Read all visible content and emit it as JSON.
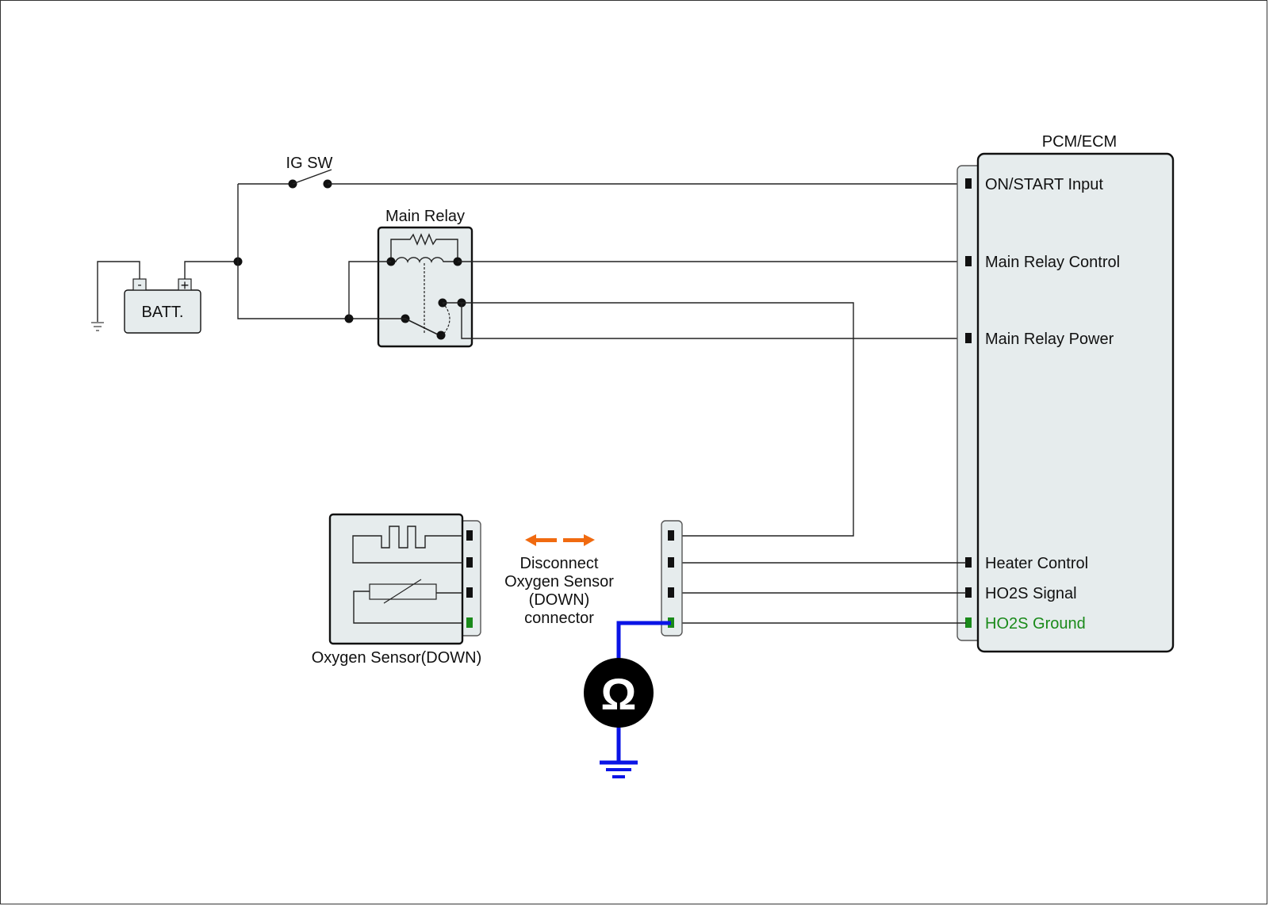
{
  "diagram": {
    "ig_switch_label": "IG SW",
    "battery_label": "BATT.",
    "battery_minus": "-",
    "battery_plus": "+",
    "main_relay_label": "Main Relay",
    "ecm": {
      "title": "PCM/ECM",
      "pins": [
        {
          "label": "ON/START Input",
          "color": "#111111"
        },
        {
          "label": "Main Relay Control",
          "color": "#111111"
        },
        {
          "label": "Main Relay Power",
          "color": "#111111"
        },
        {
          "label": "Heater Control",
          "color": "#111111"
        },
        {
          "label": "HO2S  Signal",
          "color": "#111111"
        },
        {
          "label": "HO2S  Ground",
          "color": "#1a8a1a"
        }
      ]
    },
    "sensor_label": "Oxygen Sensor(DOWN)",
    "instruction_lines": [
      "Disconnect",
      "Oxygen Sensor",
      "(DOWN)",
      "connector"
    ],
    "ohmmeter_symbol": "Ω",
    "colors": {
      "highlight_wire": "#0a14e6",
      "ground_pin": "#1a8a1a",
      "arrow": "#f06a10",
      "component_fill": "#e6eced"
    }
  }
}
